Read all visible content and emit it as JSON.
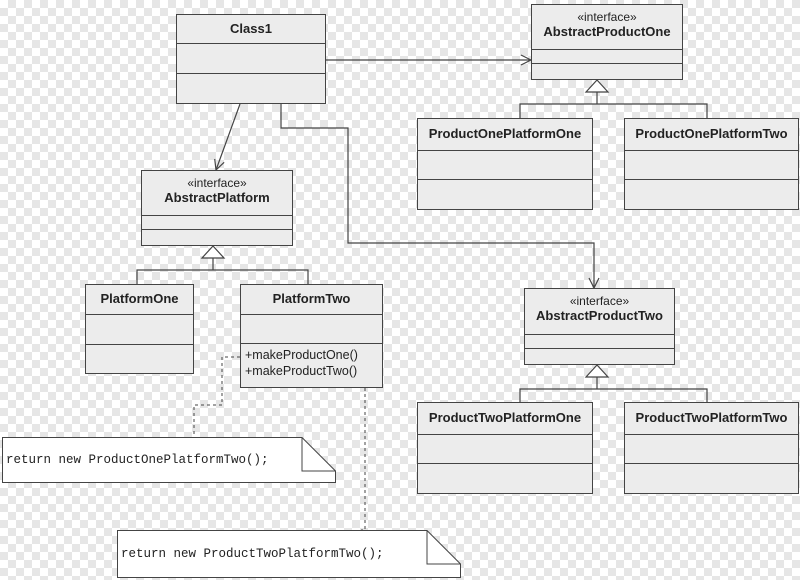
{
  "classes": {
    "class1": {
      "name": "Class1"
    },
    "abstract_product_one": {
      "stereotype": "«interface»",
      "name": "AbstractProductOne"
    },
    "product_one_platform_one": {
      "name": "ProductOnePlatformOne"
    },
    "product_one_platform_two": {
      "name": "ProductOnePlatformTwo"
    },
    "abstract_platform": {
      "stereotype": "«interface»",
      "name": "AbstractPlatform"
    },
    "platform_one": {
      "name": "PlatformOne"
    },
    "platform_two": {
      "name": "PlatformTwo",
      "operations": [
        "+makeProductOne()",
        "+makeProductTwo()"
      ]
    },
    "abstract_product_two": {
      "stereotype": "«interface»",
      "name": "AbstractProductTwo"
    },
    "product_two_platform_one": {
      "name": "ProductTwoPlatformOne"
    },
    "product_two_platform_two": {
      "name": "ProductTwoPlatformTwo"
    }
  },
  "notes": {
    "make_product_one": "return new ProductOnePlatformTwo();",
    "make_product_two": "return new ProductTwoPlatformTwo();"
  },
  "colors": {
    "line": "#444444",
    "box_fill": "#ececec",
    "note_fill": "#ffffff"
  }
}
